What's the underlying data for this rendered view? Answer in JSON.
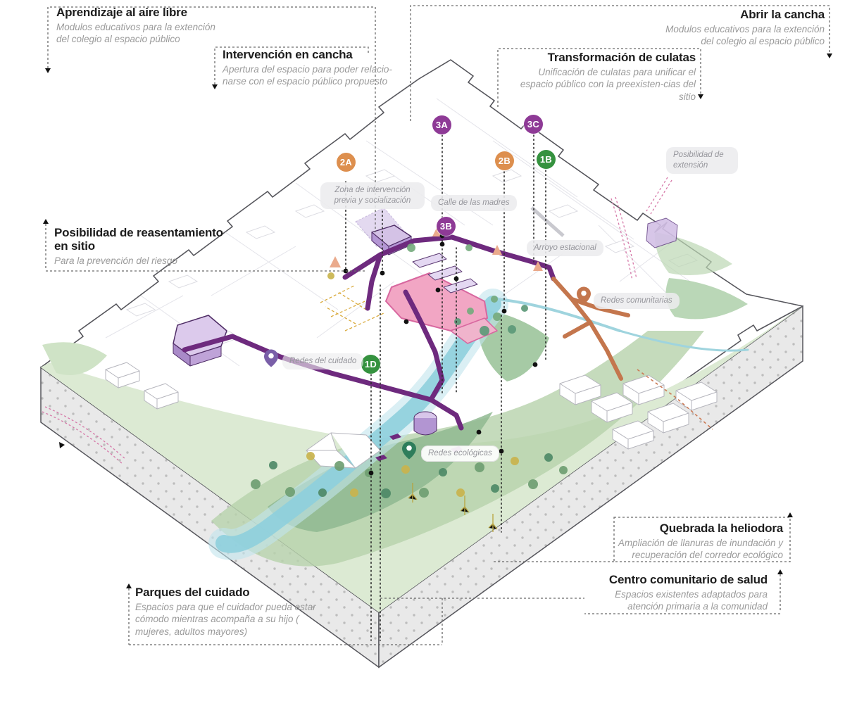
{
  "colors": {
    "purple_marker": "#8e3a96",
    "orange_marker": "#dd8f4e",
    "green_marker": "#35923f",
    "purple_path": "#6e2a7e",
    "orange_path": "#c4764d",
    "pink_plaza": "#f2a6c4",
    "river_blue": "#8ecfdd",
    "green_light": "#dcead3",
    "green_dark": "#8fb890"
  },
  "annotations": {
    "aprendizaje": {
      "title": "Aprendizaje al aire libre",
      "body": "Modulos educativos para la extención del colegio al espacio público"
    },
    "intervencion": {
      "title": "Intervención en cancha",
      "body": "Apertura del espacio para poder relacio-narse con el espacio público propuesto"
    },
    "abrir": {
      "title": "Abrir la cancha",
      "body": "Modulos educativos para la extención del colegio al espacio público"
    },
    "transformacion": {
      "title": "Transformación de culatas",
      "body": "Unificación de culatas para unificar el espacio público con la preexisten-cias del sitio"
    },
    "reasentamiento": {
      "title": "Posibilidad de reasentamiento en sitio",
      "body": "Para la prevención del riesgo"
    },
    "parques": {
      "title": "Parques del cuidado",
      "body": "Espacios para que el cuidador pueda estar cómodo mientras acompaña a su hijo ( mujeres, adultos mayores)"
    },
    "quebrada": {
      "title": "Quebrada la heliodora",
      "body": "Ampliación de llanuras de inundación y recuperación del corredor ecológico"
    },
    "centro": {
      "title": "Centro comunitario de salud",
      "body": "Espacios existentes adaptados para atención primaria a la comunidad"
    }
  },
  "markers": {
    "m2A": {
      "label": "2A",
      "color": "#dd8f4e"
    },
    "m3A": {
      "label": "3A",
      "color": "#8e3a96"
    },
    "m2B": {
      "label": "2B",
      "color": "#dd8f4e"
    },
    "m3C": {
      "label": "3C",
      "color": "#8e3a96"
    },
    "m1B": {
      "label": "1B",
      "color": "#35923f"
    },
    "m3B": {
      "label": "3B",
      "color": "#8e3a96"
    },
    "m1D": {
      "label": "1D",
      "color": "#35923f"
    }
  },
  "map_labels": {
    "zona": {
      "text": "Zona de intervención previa y socialización"
    },
    "calle": {
      "text": "Calle de las madres"
    },
    "arroyo": {
      "text": "Arroyo estacional"
    },
    "extension": {
      "text": "Posibilidad de extensión"
    },
    "redes_comunitarias": {
      "text": "Redes comunitarias",
      "pin_color": "#c4764d"
    },
    "redes_cuidado": {
      "text": "Redes del cuidado",
      "pin_color": "#7a5fa8"
    },
    "redes_ecologicas": {
      "text": "Redes ecológicas",
      "pin_color": "#2e7d5b"
    }
  }
}
